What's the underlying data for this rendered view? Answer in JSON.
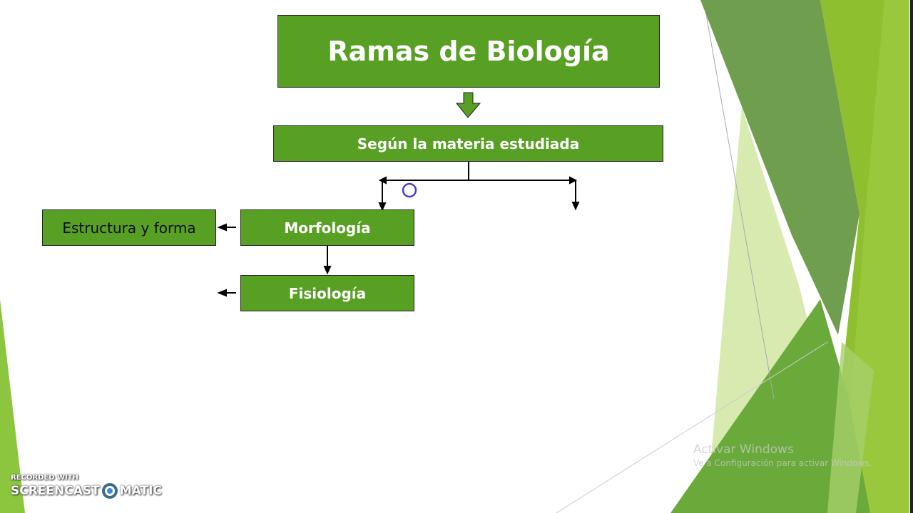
{
  "slide": {
    "title": "Ramas de Biología",
    "subtitle": "Según la materia estudiada",
    "nodes": {
      "morfologia": "Morfología",
      "estructura": "Estructura y forma",
      "fisiologia": "Fisiología"
    }
  },
  "watermark": {
    "line1": "Activar Windows",
    "line2": "Ve a Configuración para activar Windows."
  },
  "recorder": {
    "top": "RECORDED WITH",
    "left": "SCREENCAST",
    "right": "MATIC"
  },
  "colors": {
    "box": "#58a024",
    "accent_lime": "#8fc232",
    "dark_green": "#6b9b48"
  }
}
